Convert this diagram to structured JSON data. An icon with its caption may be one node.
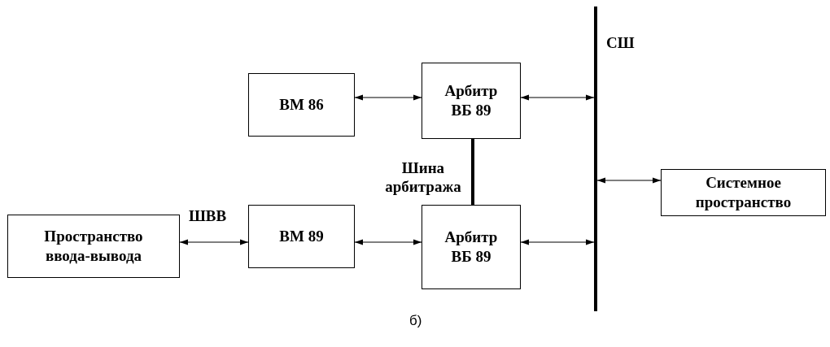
{
  "diagram": {
    "caption": "б)",
    "nodes": [
      {
        "text": [
          "ВМ 86"
        ]
      },
      {
        "text": [
          "Арбитр ВБ 89"
        ]
      },
      {
        "text": [
          "Системное пространство"
        ]
      },
      {
        "text": [
          "Пространство ввода-вывода"
        ]
      },
      {
        "text": [
          "ВМ 89"
        ]
      },
      {
        "text": [
          "Арбитр ВБ 89"
        ]
      },
      {
        "text": [],
        "shape": "bar",
        "beside": [
          "СШ"
        ]
      }
    ],
    "edges": [
      {
        "from": 0,
        "to": 1,
        "arrow": "both"
      },
      {
        "from": 1,
        "to": 6,
        "arrow": "both"
      },
      {
        "from": 1,
        "to": 5,
        "arrow": "none",
        "style": "thick"
      },
      {
        "from": 3,
        "to": 4,
        "arrow": "both"
      },
      {
        "from": 4,
        "to": 5,
        "arrow": "both"
      },
      {
        "from": 5,
        "to": 6,
        "arrow": "both"
      },
      {
        "from": 6,
        "to": 2,
        "arrow": "both"
      }
    ],
    "labels": [
      "Шина арбитража",
      "ШВВ"
    ]
  }
}
